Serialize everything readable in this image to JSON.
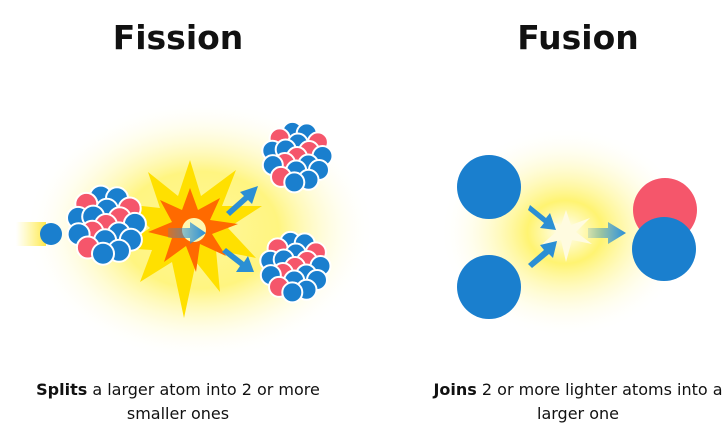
{
  "fission": {
    "title": "Fission",
    "caption_bold": "Splits",
    "caption_rest": " a larger atom into 2 or more smaller ones"
  },
  "fusion": {
    "title": "Fusion",
    "caption_bold": "Joins",
    "caption_rest": " 2 or more lighter atoms into a larger one"
  },
  "colors": {
    "neutron": "#1a7fce",
    "proton": "#f5566b",
    "explosion_outer": "#ffe000",
    "explosion_inner": "#ff6a00",
    "arrow": "#2b8fd4"
  }
}
